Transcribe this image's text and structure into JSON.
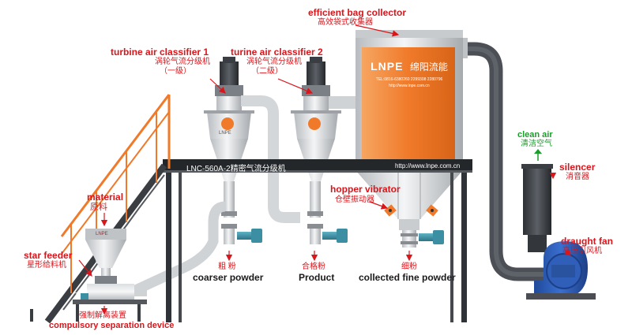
{
  "labels": {
    "bag_collector_en": "efficient bag collector",
    "bag_collector_cn": "高效袋式收集器",
    "classifier1_en": "turbine air classifier 1",
    "classifier1_cn": "涡轮气流分级机",
    "classifier1_stage": "（一级）",
    "classifier2_en": "turine air classifier 2",
    "classifier2_cn": "涡轮气流分级机",
    "classifier2_stage": "（二级）",
    "clean_air_en": "clean air",
    "clean_air_cn": "清洁空气",
    "silencer_en": "silencer",
    "silencer_cn": "消音器",
    "material_en": "material",
    "material_cn": "原料",
    "hopper_vibrator_en": "hopper vibrator",
    "hopper_vibrator_cn": "仓壁振动器",
    "draught_fan_en": "draught fan",
    "draught_fan_cn": "高压引风机",
    "star_feeder_en": "star feeder",
    "star_feeder_cn": "星形给料机",
    "coarser_cn": "粗 粉",
    "coarser_en": "coarser powder",
    "product_cn": "合格粉",
    "product_en": "Product",
    "fine_cn": "细粉",
    "fine_en": "collected fine powder",
    "separation_cn": "强制解离装置",
    "separation_en": "compulsory separation device"
  },
  "beam": {
    "model": "LNC-560A-2精密气流分级机",
    "url": "http://www.lnpe.com.cn"
  },
  "brand": {
    "logo": "LNPE",
    "name_cn": "绵阳流能",
    "contact": "TEL:0816-6380260 2299308 2280796",
    "web": "http://www.lnpe.com.cn",
    "classifier_logo": "LNPE",
    "feeder_logo": "LNPE"
  },
  "colors": {
    "accent_red": "#d9161c",
    "machine_orange": "#f07a2a",
    "steel_dark": "#3a3d42",
    "pipe_grey": "#5a5e63",
    "fan_blue": "#2e5db8",
    "motor_teal": "#3c8ea3",
    "clean_air_green": "#1a9e2a"
  }
}
